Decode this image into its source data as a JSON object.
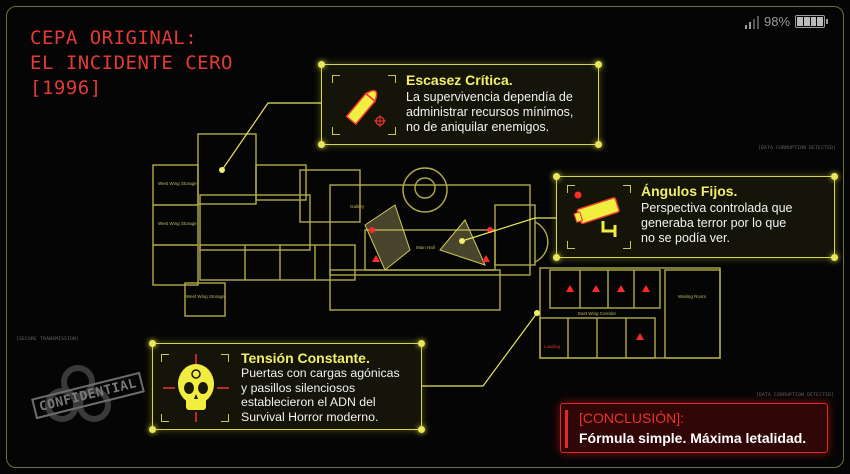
{
  "title": {
    "line1": "CEPA ORIGINAL:",
    "line2": "EL INCIDENTE CERO",
    "line3": "[1996]"
  },
  "status": {
    "battery": "98%",
    "battery_level": 0.98,
    "icons": [
      "signal-icon",
      "battery-icon"
    ]
  },
  "tags": {
    "corruption_top": "[DATA CORRUPTION DETECTED]",
    "corruption_bottom": "[DATA CORRUPTION DETECTED]",
    "secure": "[SECURE TRANSMISSION]"
  },
  "stamp": "CONFIDENTIAL",
  "cards": [
    {
      "icon": "bullet-icon",
      "title": "Escasez Crítica.",
      "lines": [
        "La supervivencia dependía de",
        "administrar recursos mínimos,",
        "no de aniquilar enemigos."
      ]
    },
    {
      "icon": "security-camera-icon",
      "title": "Ángulos Fijos.",
      "lines": [
        "Perspectiva controlada que",
        "generaba terror por lo que",
        "no se podía ver."
      ]
    },
    {
      "icon": "biohazard-skull-icon",
      "title": "Tensión Constante.",
      "lines": [
        "Puertas con cargas agónicas",
        "y pasillos silenciosos",
        "establecieron el ADN del",
        "Survival Horror moderno."
      ]
    }
  ],
  "conclusion": {
    "label": "[CONCLUSIÓN]:",
    "text": "Fórmula simple. Máxima letalidad."
  },
  "map": {
    "rooms": [
      "West Wing Storage",
      "West Wing Storage",
      "West Wing Storage",
      "Gallery",
      "Main Hall",
      "East Wing Corridor",
      "Waiting Room",
      "Loading"
    ]
  },
  "colors": {
    "accent": "#e8e65a",
    "alert": "#e02a2a",
    "title": "#e23a35"
  }
}
